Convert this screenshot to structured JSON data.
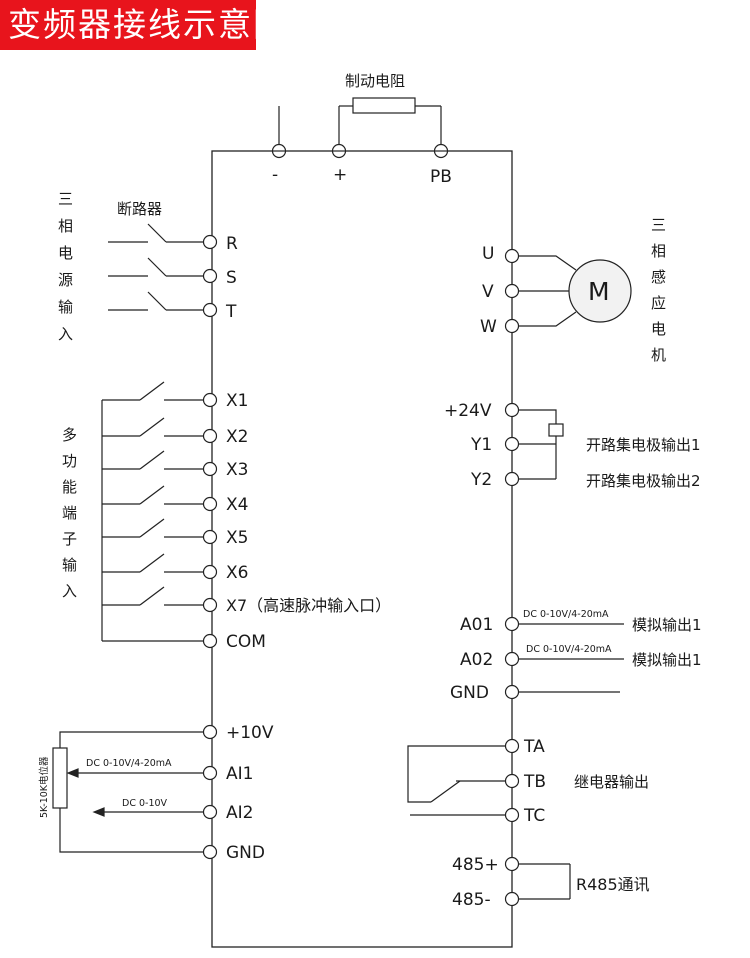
{
  "title": "变频器接线示意图",
  "colors": {
    "title_bg": "#e8141c",
    "line": "#222222",
    "motor_fill": "#f2f2f2"
  },
  "top": {
    "brake_resistor": "制动电阻",
    "terminals": [
      "-",
      "+",
      "PB"
    ]
  },
  "power": {
    "side_label_chars": [
      "三",
      "相",
      "电",
      "源",
      "输",
      "入"
    ],
    "breaker": "断路器",
    "terminals": [
      "R",
      "S",
      "T"
    ]
  },
  "motor": {
    "terminals": [
      "U",
      "V",
      "W"
    ],
    "symbol": "M",
    "side_label_chars": [
      "三",
      "相",
      "感",
      "应",
      "电",
      "机"
    ]
  },
  "multi": {
    "side_label_chars": [
      "多",
      "功",
      "能",
      "端",
      "子",
      "输",
      "入"
    ],
    "terminals": [
      "X1",
      "X2",
      "X3",
      "X4",
      "X5",
      "X6",
      "X7（高速脉冲输入口）",
      "COM"
    ]
  },
  "open_collector": {
    "terminals": [
      "+24V",
      "Y1",
      "Y2"
    ],
    "out1": "开路集电极输出1",
    "out2": "开路集电极输出2"
  },
  "analog_out": {
    "terminals": [
      "A01",
      "A02",
      "GND"
    ],
    "range1": "DC 0-10V/4-20mA",
    "range2": "DC 0-10V/4-20mA",
    "label1": "模拟输出1",
    "label2": "模拟输出1"
  },
  "analog_in": {
    "terminals": [
      "+10V",
      "AI1",
      "AI2",
      "GND"
    ],
    "pot": "5K-10K电位器",
    "range_ai1": "DC 0-10V/4-20mA",
    "range_ai2": "DC 0-10V"
  },
  "relay": {
    "terminals": [
      "TA",
      "TB",
      "TC"
    ],
    "label": "继电器输出"
  },
  "rs485": {
    "terminals": [
      "485+",
      "485-"
    ],
    "label": "R485通讯"
  }
}
